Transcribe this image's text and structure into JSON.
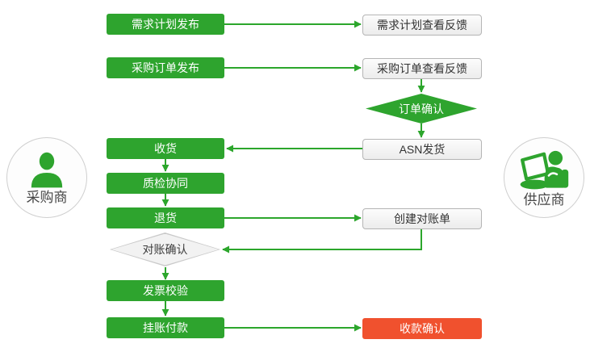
{
  "actors": {
    "buyer": {
      "label": "采购商",
      "icon": "person-silhouette-icon"
    },
    "supplier": {
      "label": "供应商",
      "icon": "person-with-laptop-icon"
    }
  },
  "nodes": {
    "demand_plan_publish": "需求计划发布",
    "po_publish": "采购订单发布",
    "receive_goods": "收货",
    "quality_collab": "质检协同",
    "return_goods": "退货",
    "reconciliation_confirm": "对账确认",
    "invoice_check": "发票校验",
    "book_payment": "挂账付款",
    "demand_plan_feedback": "需求计划查看反馈",
    "po_feedback": "采购订单查看反馈",
    "order_confirm": "订单确认",
    "asn_ship": "ASN发货",
    "create_statement": "创建对账单",
    "receipt_confirm": "收款确认"
  },
  "colors": {
    "process_green": "#2ea42e",
    "arrow_green": "#2ca62c",
    "highlight_red": "#f0512e",
    "gray_box_fill": "#f2f2f2",
    "gray_box_border": "#b5b5b5",
    "text_dark": "#333333",
    "circle_border": "#cfcfcf"
  }
}
